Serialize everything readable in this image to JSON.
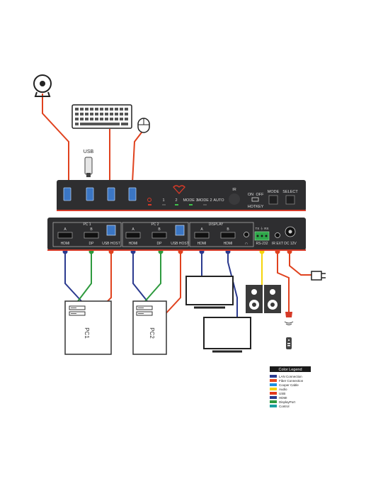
{
  "peripherals": {
    "usb_label": "USB"
  },
  "front_panel": {
    "led1": "1",
    "led2": "2",
    "mode1": "MODE 1",
    "mode2": "MODE 2",
    "auto": "AUTO",
    "ir": "IR",
    "on": "ON",
    "off": "OFF",
    "hotkey": "HOTKEY",
    "mode_btn": "MODE",
    "select_btn": "SELECT"
  },
  "rear_panel": {
    "pc1": "PC 1",
    "pc2": "PC 2",
    "display": "DISPLAY",
    "port_a": "A",
    "port_b": "B",
    "hdmi": "HDMI",
    "dp": "DP",
    "usb_host": "USB HOST",
    "rs232_top": "TX  ⏚  RX",
    "rs232": "RS-232",
    "ir_ext": "IR EXT",
    "dc": "DC 12V"
  },
  "pc_labels": {
    "pc1": "PC1",
    "pc2": "PC2"
  },
  "legend": {
    "title": "Color Legend",
    "items": [
      {
        "label": "LAN Connection",
        "color": "#2b3a8f"
      },
      {
        "label": "Fiber Connection",
        "color": "#e8491d"
      },
      {
        "label": "Cooper Cable",
        "color": "#1e90e0"
      },
      {
        "label": "Audio",
        "color": "#f5d40c"
      },
      {
        "label": "USB",
        "color": "#e53a1e"
      },
      {
        "label": "HDMI",
        "color": "#2b3a8f"
      },
      {
        "label": "DisplayPort",
        "color": "#2e9a3e"
      },
      {
        "label": "Control",
        "color": "#1aa0a0"
      }
    ]
  },
  "colors": {
    "usb": "#e0421e",
    "hdmi": "#2b3a8f",
    "dp": "#2e9a3e",
    "audio": "#f5d40c",
    "panel": "#2e2e30",
    "accent_red": "#d63a28"
  }
}
